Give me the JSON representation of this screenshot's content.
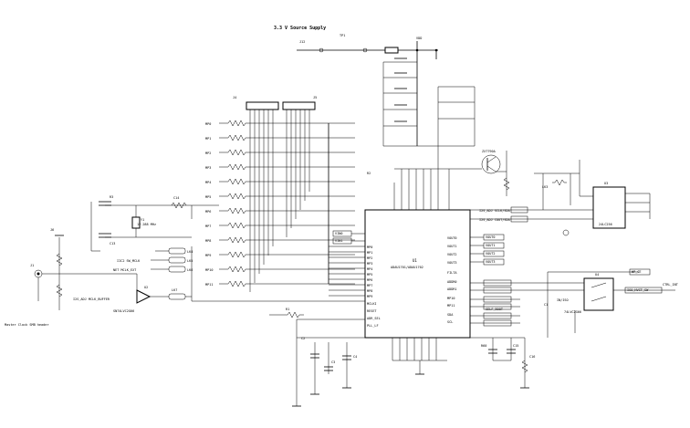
{
  "supply_label": "3.3 V Source Supply",
  "bottom_left_label": "Master Clock SMB header",
  "u1": {
    "ref": "U1",
    "part": "ADAU1701/ADAU1702"
  },
  "u2": {
    "ref": "U2",
    "part": "SN74LVC2G66"
  },
  "u3": {
    "ref": "U3",
    "part": "24LC256"
  },
  "u4": {
    "ref": "U4",
    "part": "74LVC2G66"
  },
  "q1": {
    "ref": "ZXT790A"
  },
  "y1": {
    "ref": "Y1",
    "value": "12.288 MHz"
  },
  "j1": {
    "ref": "J1"
  },
  "headers": [
    "J4",
    "J5",
    "J6"
  ],
  "net_labels": {
    "ic2_mclk": "IIC2 SW_MCLK",
    "ext_mclk": "NET MCLK_EXT",
    "i2s_buffer": "I2S_ADJ MCLK_BUFFER",
    "sclk": "I2S_ADJ SCLK/SDA",
    "cout": "I2S_ADJ COUT/SDA",
    "selfboot": "SELF_BOOT",
    "iso_out": "ISO_HVCT_SW",
    "iso_sel": "IN/ISO",
    "ctrl_out": "CTRL_INT",
    "wp": "WP_CE"
  },
  "pins_right": [
    "VOUT0",
    "VOUT1",
    "VOUT2",
    "VOUT3",
    "FILTA",
    "ADDR0",
    "ADDR1",
    "MP10",
    "MP11",
    "SDA",
    "SCL"
  ],
  "pins_left": [
    "MP0",
    "MP1",
    "MP2",
    "MP3",
    "MP4",
    "MP5",
    "MP6",
    "MP7",
    "MP8",
    "MP9",
    "MCLKI",
    "RESET",
    "ADR_SEL",
    "PLL_LF"
  ],
  "mp_labels": [
    "MP0",
    "MP1",
    "MP2",
    "MP3",
    "MP4",
    "MP5",
    "MP6",
    "MP7",
    "MP8",
    "MP9",
    "MP10",
    "MP11"
  ],
  "vout_labels": [
    "VOUT0",
    "VOUT1",
    "VOUT2",
    "VOUT3"
  ],
  "vin_labels": [
    "VIN0",
    "VIN1"
  ],
  "component_refs": [
    "LK3",
    "LK4",
    "LK5",
    "LK6",
    "LK7",
    "C1",
    "C2",
    "C3",
    "C4",
    "R1",
    "R2",
    "R3",
    "C13",
    "C14",
    "R60",
    "C15",
    "C16"
  ]
}
